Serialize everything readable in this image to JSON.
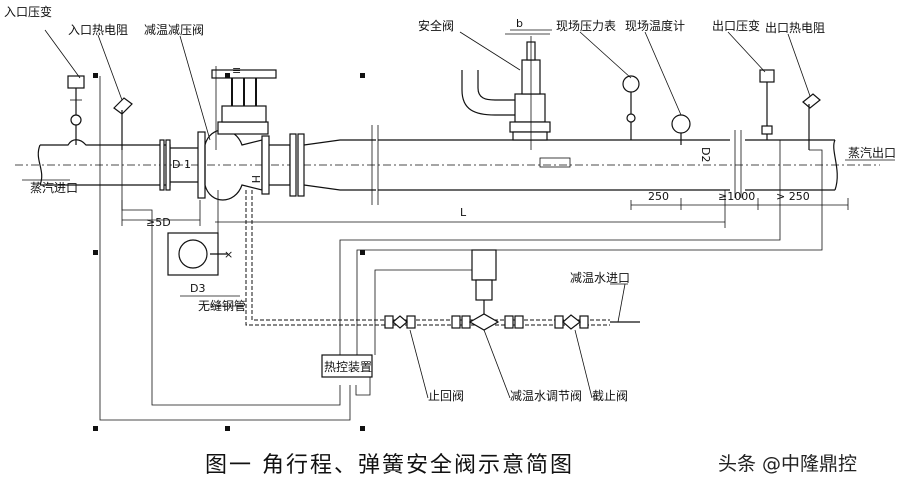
{
  "labels": {
    "inlet_pressure_transmitter": "入口压变",
    "inlet_thermal_resistor": "入口热电阻",
    "desuperheating_valve": "减温减压阀",
    "safety_valve": "安全阀",
    "field_pressure_gauge": "现场压力表",
    "field_thermometer": "现场温度计",
    "outlet_pressure_transmitter": "出口压变",
    "outlet_thermal_resistor": "出口热电阻",
    "steam_inlet": "蒸汽进口",
    "steam_outlet": "蒸汽出口",
    "desuperheating_water_inlet": "减温水进口",
    "seamless_pipe": "无缝钢管",
    "thermal_control_device": "热控装置",
    "check_valve": "止回阀",
    "water_regulating_valve": "减温水调节阀",
    "stop_valve": "截止阀"
  },
  "dimensions": {
    "d1": "D 1",
    "d2": "D2",
    "d3": "D3",
    "h": "H",
    "b": "b",
    "l": "L",
    "min_5d": "≥5D",
    "dim_250_a": "250",
    "dim_1000": "≥1000",
    "dim_250_b": "> 250"
  },
  "caption": "图一 角行程、弹簧安全阀示意简图",
  "watermark": "头条 @中隆鼎控"
}
